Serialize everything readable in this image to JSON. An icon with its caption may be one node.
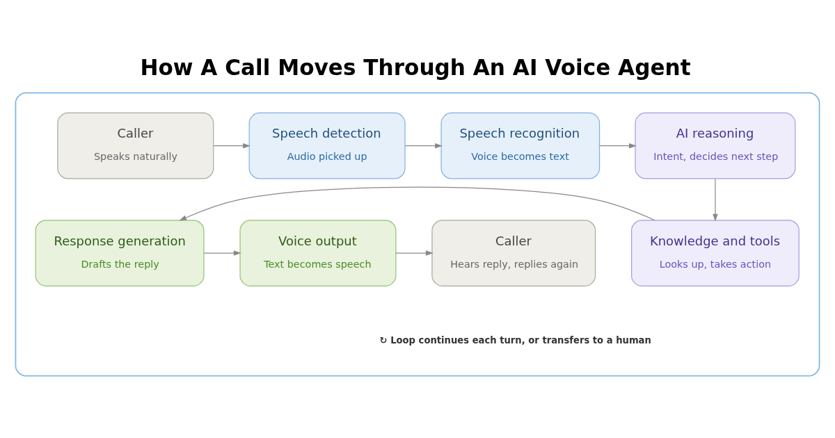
{
  "diagram": {
    "title": "How A Call Moves Through An AI Voice Agent",
    "nodes": [
      {
        "text": [],
        "shape": "box"
      },
      {
        "text": [
          "Caller",
          "Speaks naturally"
        ],
        "in": 0
      },
      {
        "text": [
          "Speech detection",
          "Audio picked up"
        ],
        "in": 0
      },
      {
        "text": [
          "Speech recognition",
          "Voice becomes text"
        ],
        "in": 0
      },
      {
        "text": [
          "AI reasoning",
          "Intent, decides next step"
        ],
        "in": 0
      },
      {
        "text": [
          "Knowledge and tools",
          "Looks up, takes action"
        ],
        "in": 0
      },
      {
        "text": [
          "Response generation",
          "Drafts the reply"
        ],
        "in": 0
      },
      {
        "text": [
          "Voice output",
          "Text becomes speech"
        ],
        "in": 0
      },
      {
        "text": [
          "Caller",
          "Hears reply, replies again"
        ],
        "in": 0
      }
    ],
    "edges": [
      {
        "from": 1,
        "to": 2,
        "arrow": "to"
      },
      {
        "from": 2,
        "to": 3,
        "arrow": "to"
      },
      {
        "from": 3,
        "to": 4,
        "arrow": "to"
      },
      {
        "from": 4,
        "to": 5,
        "arrow": "to"
      },
      {
        "from": 5,
        "to": 6,
        "arrow": "to"
      },
      {
        "from": 6,
        "to": 7,
        "arrow": "to"
      },
      {
        "from": 7,
        "to": 8,
        "arrow": "to"
      }
    ],
    "labels": [
      "↻ Loop continues each turn, or transfers to a human"
    ]
  }
}
